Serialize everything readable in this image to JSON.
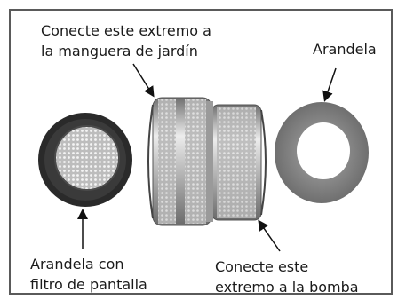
{
  "labels": {
    "top_left": {
      "line1": "Conecte este extremo a",
      "line2": "la manguera de jardín"
    },
    "top_right": {
      "line1": "Arandela"
    },
    "bottom_left": {
      "line1": "Arandela con",
      "line2": "filtro de pantalla"
    },
    "bottom_right": {
      "line1": "Conecte este",
      "line2": "extremo a la bomba"
    }
  },
  "colors": {
    "frame": "#5a5a5a",
    "filter_ring": "#2a2a2a",
    "screen_mesh": "#cfcfcf",
    "metal_light": "#e9e9e9",
    "metal_dark": "#8a8a8a",
    "washer": "#7e7e7e"
  }
}
